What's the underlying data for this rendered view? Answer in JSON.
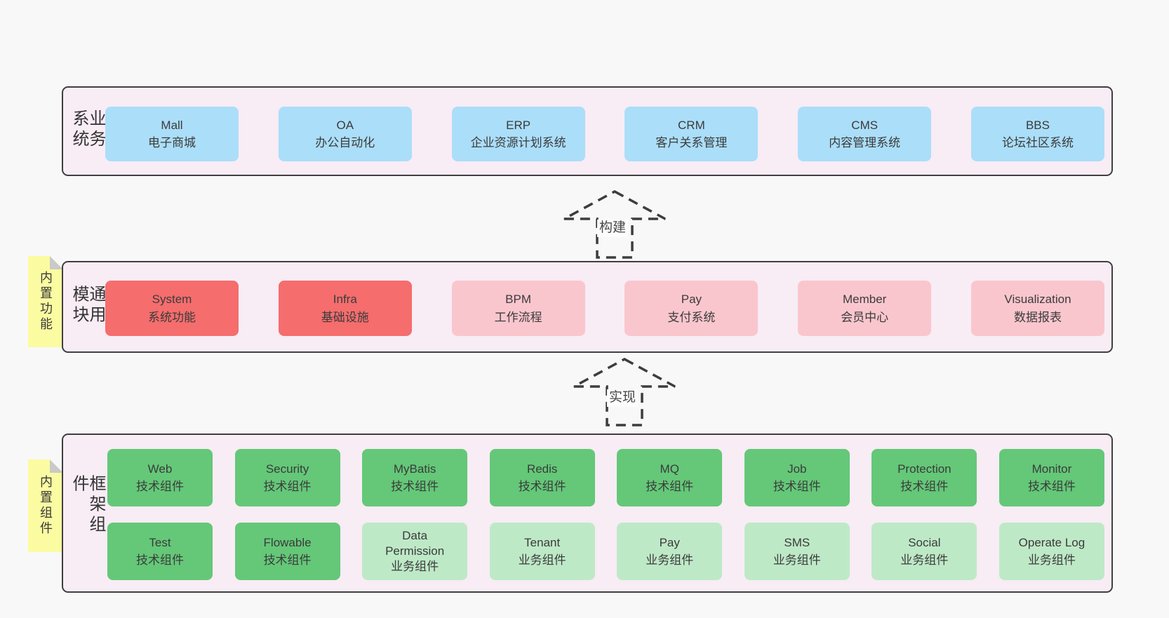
{
  "colors": {
    "page_bg": "#f8f8f8",
    "band_bg": "#f8ecf5",
    "band_border": "#3f3f3f",
    "blue_box": "#abdef9",
    "red_box": "#f56d6d",
    "pink_box": "#fac6ce",
    "green_box": "#64c878",
    "light_green_box": "#bee9c7",
    "sticky_yellow": "#fbfba1",
    "sticky_fold": "#c9c9c9"
  },
  "bands": [
    {
      "label": "业务系统",
      "boxes": [
        {
          "name": "Mall",
          "desc": "电子商城"
        },
        {
          "name": "OA",
          "desc": "办公自动化"
        },
        {
          "name": "ERP",
          "desc": "企业资源计划系统"
        },
        {
          "name": "CRM",
          "desc": "客户关系管理"
        },
        {
          "name": "CMS",
          "desc": "内容管理系统"
        },
        {
          "name": "BBS",
          "desc": "论坛社区系统"
        }
      ]
    },
    {
      "label": "通用模块",
      "sticky": "内置功能",
      "boxes": [
        {
          "name": "System",
          "desc": "系统功能"
        },
        {
          "name": "Infra",
          "desc": "基础设施"
        },
        {
          "name": "BPM",
          "desc": "工作流程"
        },
        {
          "name": "Pay",
          "desc": "支付系统"
        },
        {
          "name": "Member",
          "desc": "会员中心"
        },
        {
          "name": "Visualization",
          "desc": "数据报表"
        }
      ]
    },
    {
      "label": "框架组件",
      "sticky": "内置组件",
      "rows": [
        [
          {
            "name": "Web",
            "desc": "技术组件"
          },
          {
            "name": "Security",
            "desc": "技术组件"
          },
          {
            "name": "MyBatis",
            "desc": "技术组件"
          },
          {
            "name": "Redis",
            "desc": "技术组件"
          },
          {
            "name": "MQ",
            "desc": "技术组件"
          },
          {
            "name": "Job",
            "desc": "技术组件"
          },
          {
            "name": "Protection",
            "desc": "技术组件"
          },
          {
            "name": "Monitor",
            "desc": "技术组件"
          }
        ],
        [
          {
            "name": "Test",
            "desc": "技术组件"
          },
          {
            "name": "Flowable",
            "desc": "技术组件"
          },
          {
            "name": "Data Permission",
            "desc": "业务组件"
          },
          {
            "name": "Tenant",
            "desc": "业务组件"
          },
          {
            "name": "Pay",
            "desc": "业务组件"
          },
          {
            "name": "SMS",
            "desc": "业务组件"
          },
          {
            "name": "Social",
            "desc": "业务组件"
          },
          {
            "name": "Operate Log",
            "desc": "业务组件"
          }
        ]
      ]
    }
  ],
  "arrows": [
    {
      "label": "构建"
    },
    {
      "label": "实现"
    }
  ]
}
